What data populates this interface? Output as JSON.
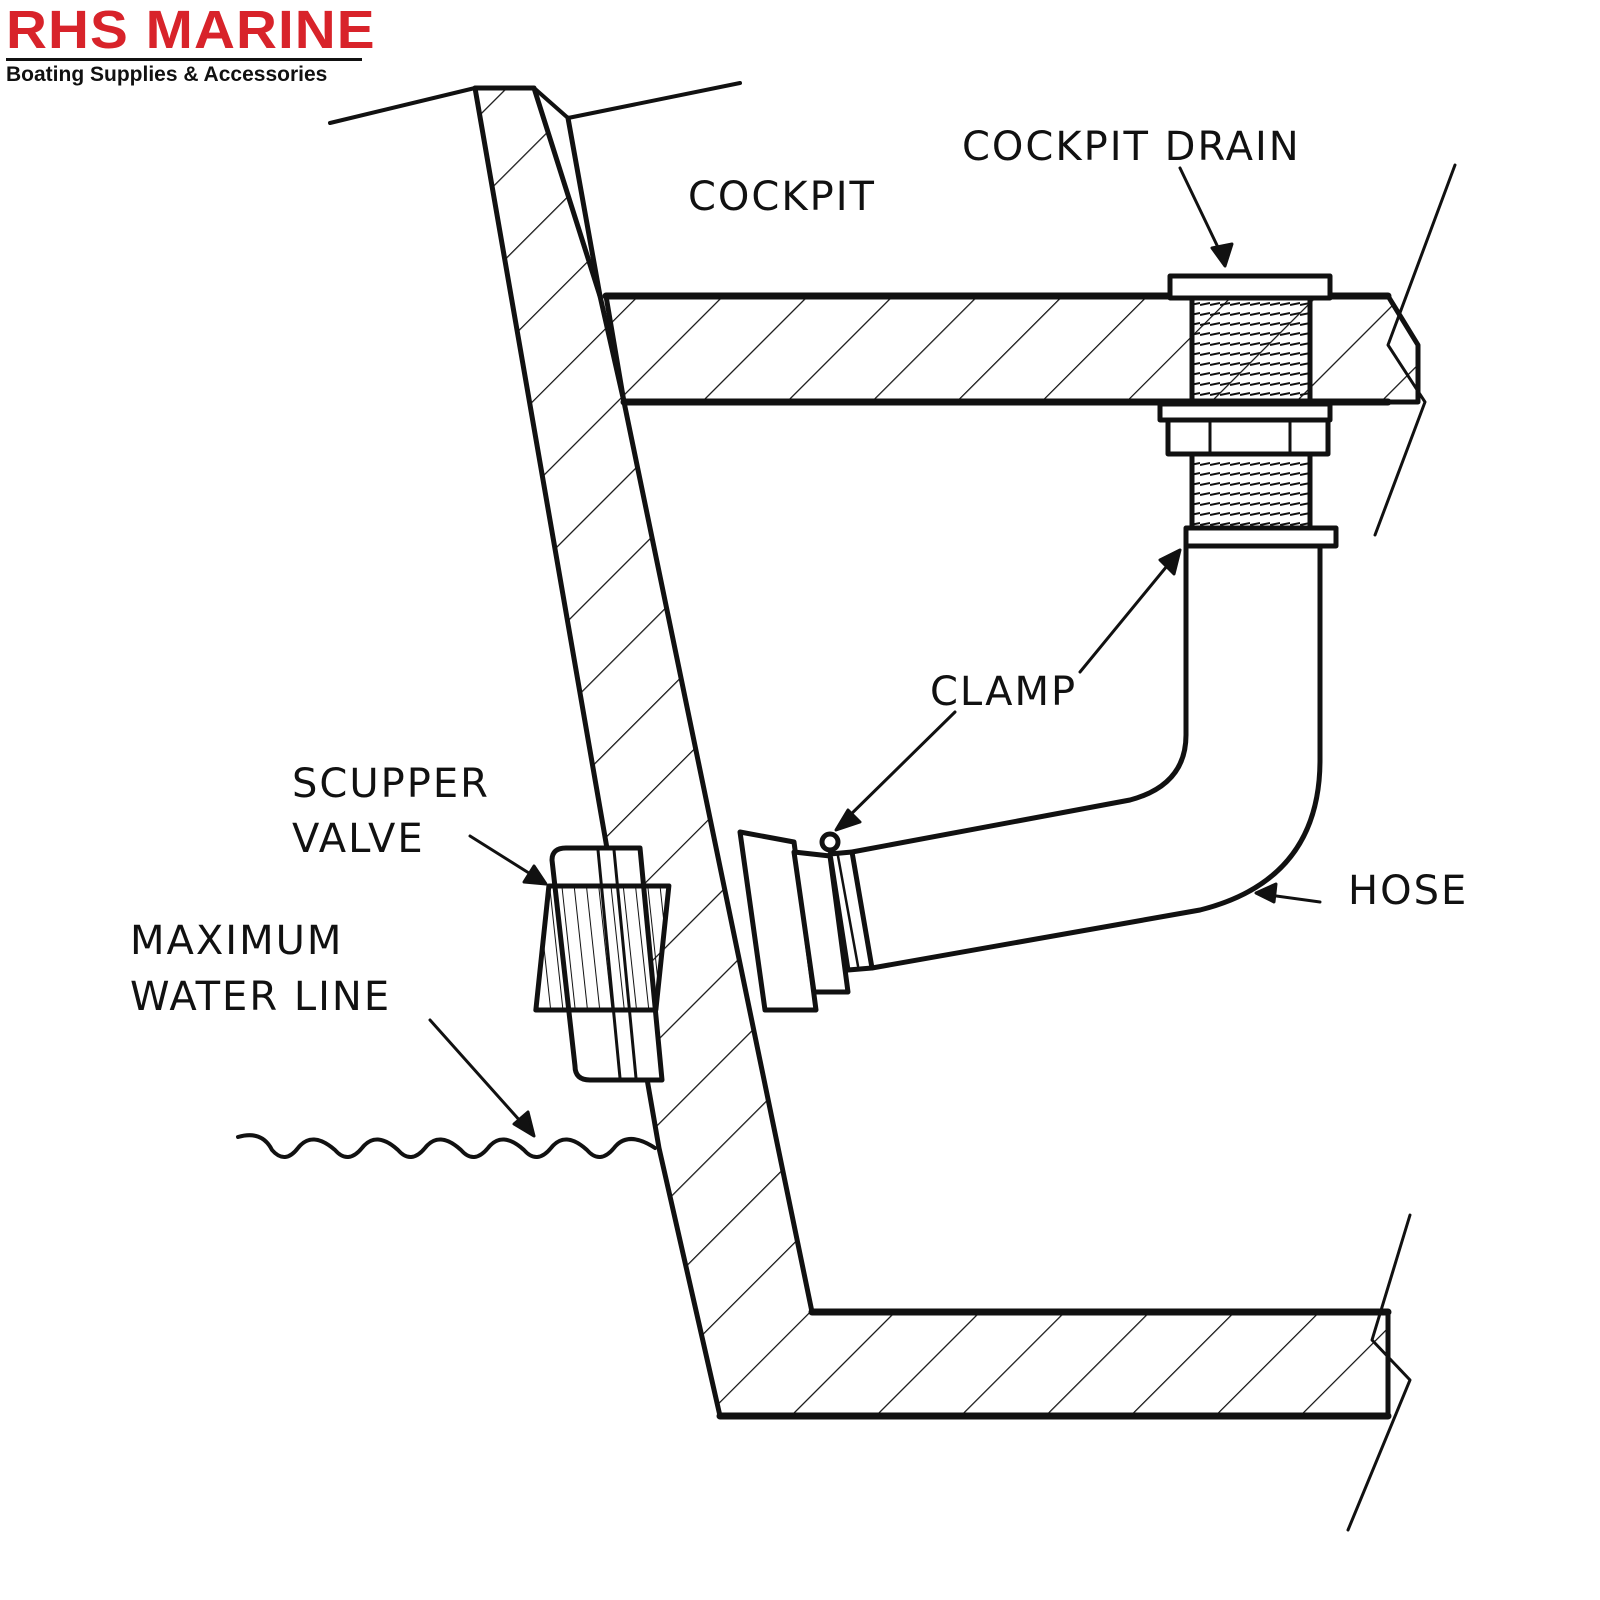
{
  "logo": {
    "title": "RHS MARINE",
    "subtitle": "Boating Supplies & Accessories",
    "title_color": "#d8232a",
    "text_color": "#111111"
  },
  "diagram": {
    "line_color": "#111111",
    "labels": {
      "cockpit": "COCKPIT",
      "cockpit_drain": "COCKPIT DRAIN",
      "clamp": "CLAMP",
      "scupper_valve_line1": "SCUPPER",
      "scupper_valve_line2": "VALVE",
      "max_water_line_line1": "MAXIMUM",
      "max_water_line_line2": "WATER LINE",
      "hose": "HOSE"
    }
  }
}
